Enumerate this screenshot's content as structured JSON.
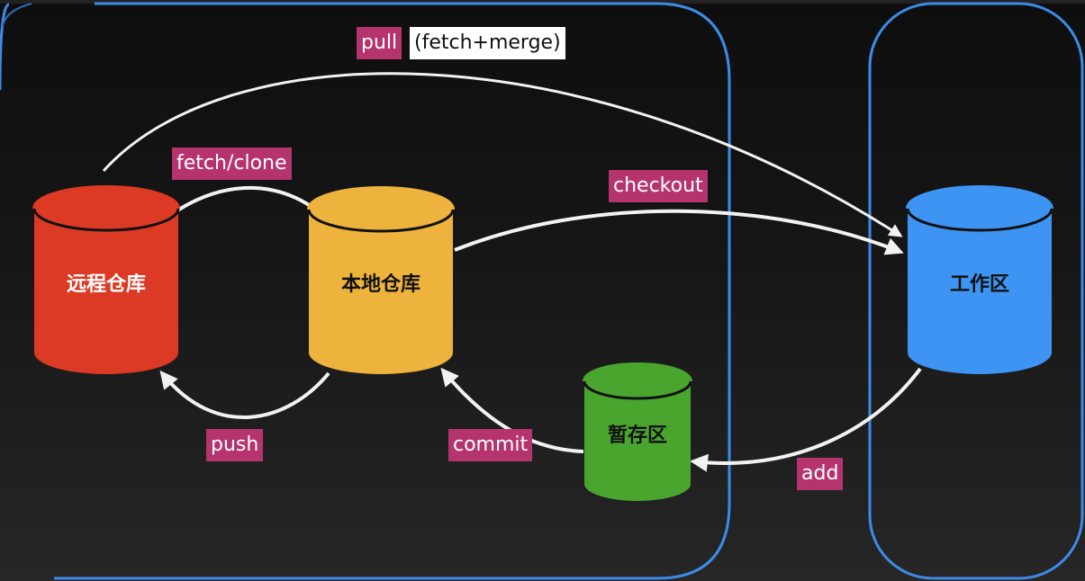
{
  "diagram": {
    "title": "Git workflow",
    "colors": {
      "remote": "#dc3a24",
      "local": "#eeb33c",
      "staging": "#4aa52e",
      "workspace": "#3d94f2",
      "label_bg": "#b5346e",
      "region_border": "#3d8be8",
      "arrow": "#f2f2f2"
    },
    "nodes": {
      "remote": {
        "label": "远程仓库"
      },
      "local": {
        "label": "本地仓库"
      },
      "staging": {
        "label": "暂存区"
      },
      "workspace": {
        "label": "工作区"
      }
    },
    "edges": {
      "pull": {
        "label": "pull",
        "note": "(fetch+merge)",
        "from": "remote",
        "to": "workspace"
      },
      "fetch_clone": {
        "label": "fetch/clone",
        "from": "remote",
        "to": "local"
      },
      "checkout": {
        "label": "checkout",
        "from": "local",
        "to": "workspace"
      },
      "push": {
        "label": "push",
        "from": "local",
        "to": "remote"
      },
      "commit": {
        "label": "commit",
        "from": "staging",
        "to": "local"
      },
      "add": {
        "label": "add",
        "from": "workspace",
        "to": "staging"
      }
    }
  }
}
